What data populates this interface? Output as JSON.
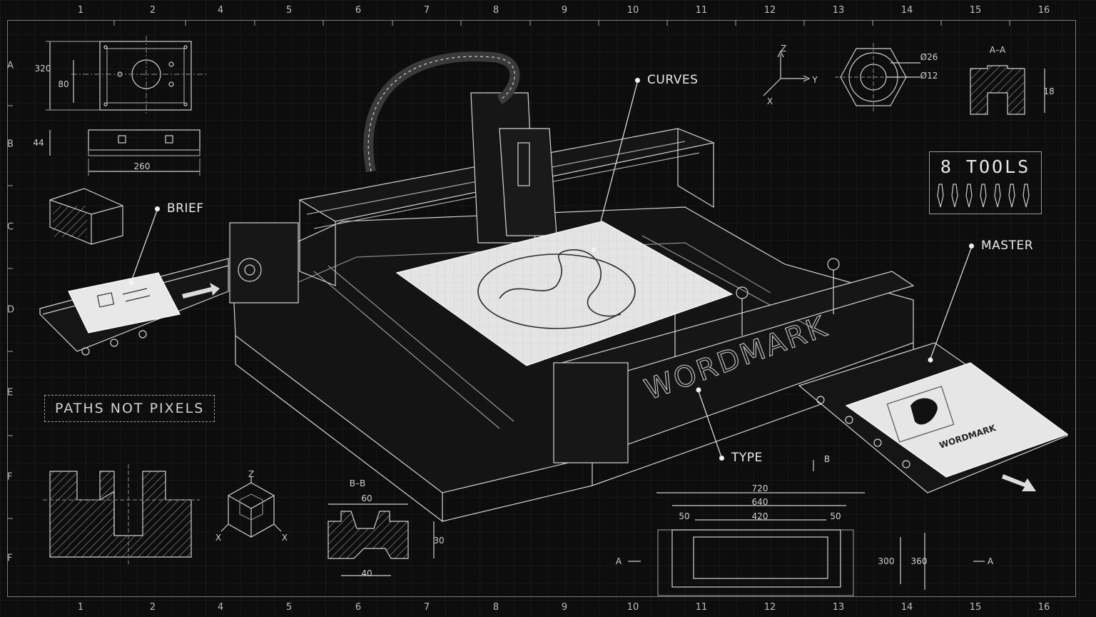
{
  "ruler": {
    "columns": [
      "1",
      "2",
      "4",
      "5",
      "6",
      "7",
      "8",
      "9",
      "10",
      "11",
      "12",
      "13",
      "14",
      "15",
      "16"
    ],
    "rows": [
      "A",
      "B",
      "C",
      "D",
      "E",
      "F",
      "F"
    ]
  },
  "callouts": {
    "brief": "BRIEF",
    "curves": "CURVES",
    "master": "MASTER",
    "type": "TYPE"
  },
  "labels": {
    "paths_not_pixels": "PATHS NOT PIXELS",
    "tools": "8 TOOLS",
    "wordmark_engraved": "WORDMARK",
    "wordmark_print": "WORDMARK",
    "section_aa": "A–A",
    "section_bb": "B–B",
    "marker_b": "B",
    "marker_a_left": "A",
    "marker_a_right": "A",
    "axis_z": "Z",
    "axis_y": "Y",
    "axis_x": "X",
    "iso_z": "Z",
    "iso_x_left": "X",
    "iso_x_right": "X"
  },
  "dimensions": {
    "top_left_height": "320",
    "top_left_inner": "80",
    "side_height": "44",
    "side_width": "260",
    "hex_outer": "Ø26",
    "hex_inner": "Ø12",
    "section_aa_height": "18",
    "bb_top": "60",
    "bb_right": "30",
    "bb_bottom": "40",
    "plate_total": "720",
    "plate_mid": "640",
    "plate_inner": "420",
    "plate_margin_left": "50",
    "plate_margin_right": "50",
    "plate_h_inner": "300",
    "plate_h_outer": "360"
  },
  "colors": {
    "background": "#0d0d0d",
    "line": "#cfcfcf",
    "paper": "#e4e4e4"
  }
}
